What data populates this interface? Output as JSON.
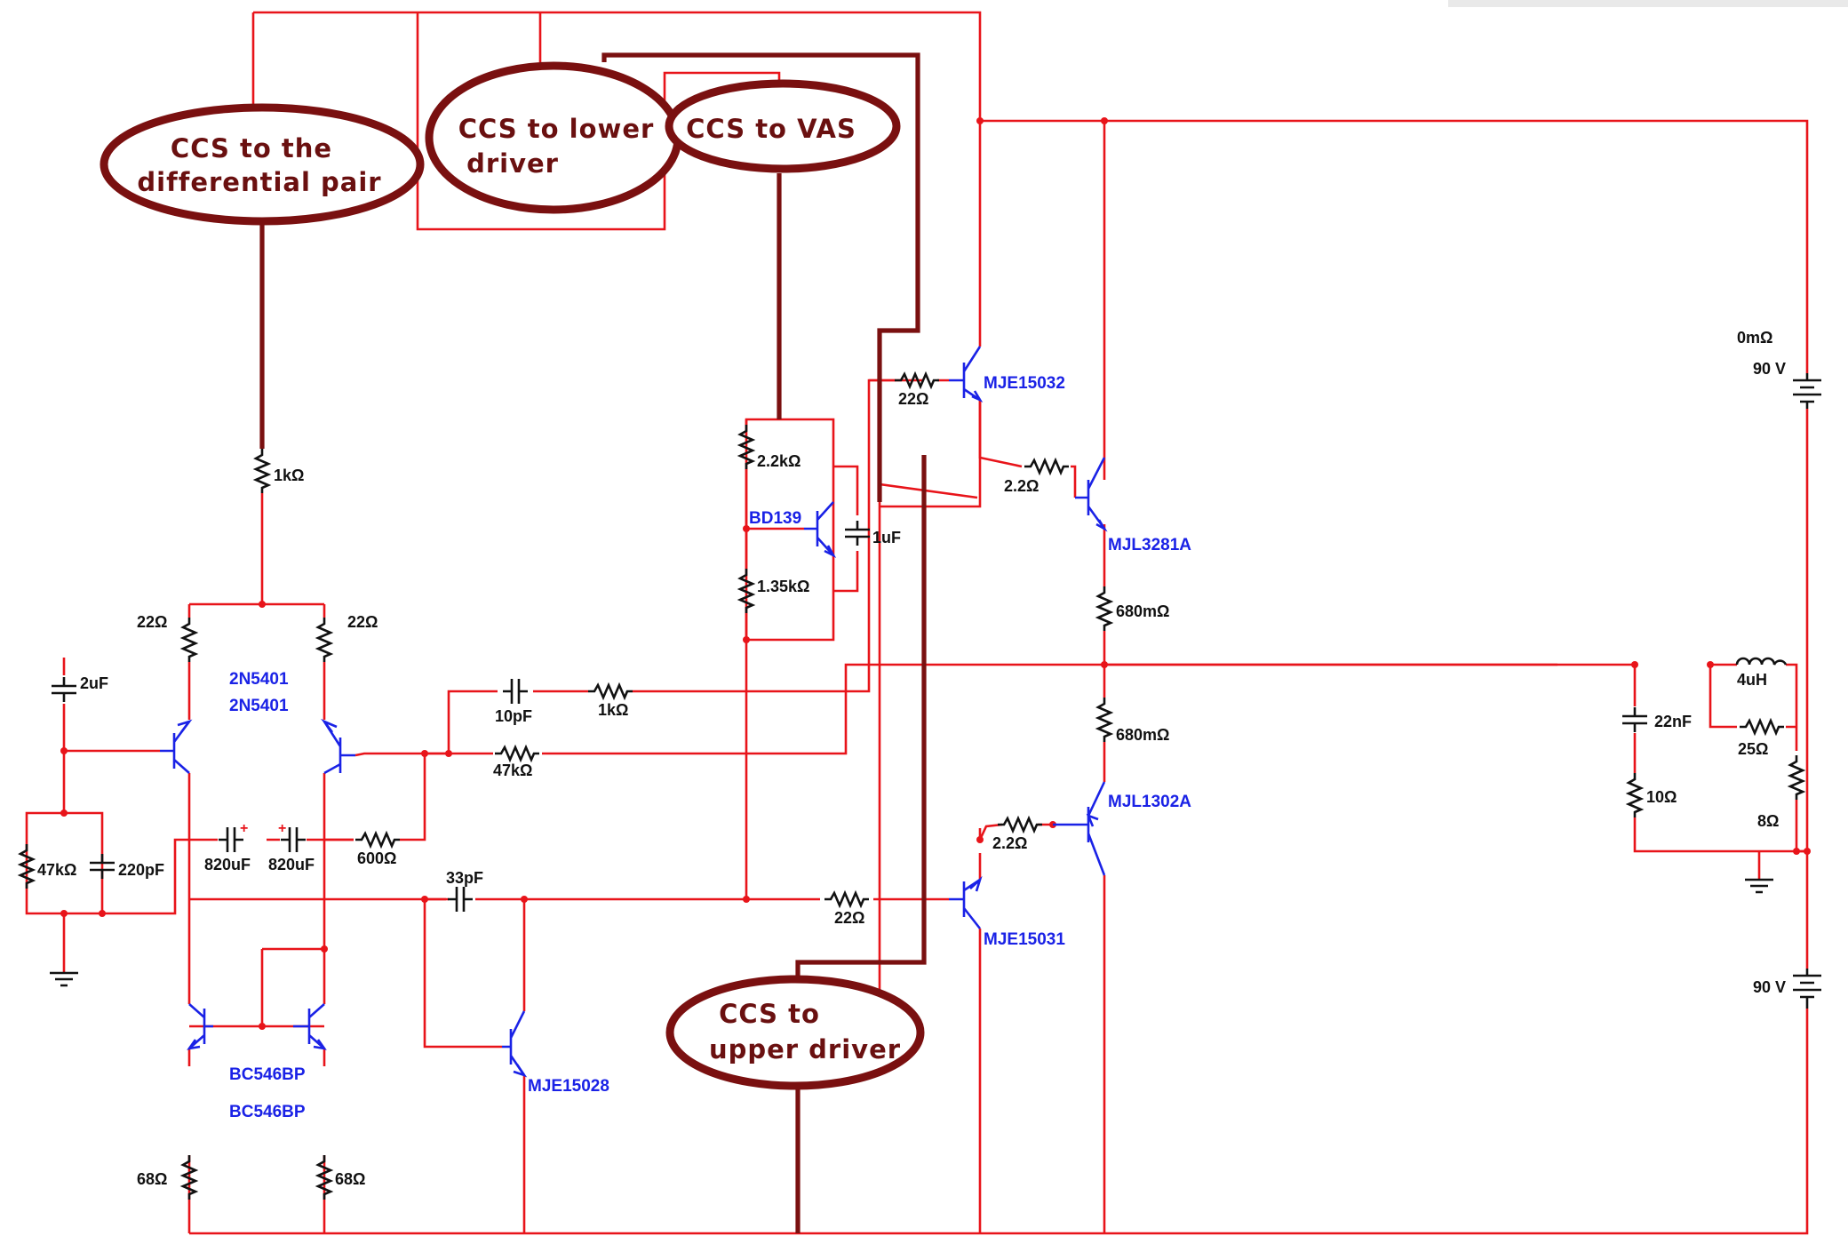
{
  "callouts": [
    {
      "id": "ccs-diff",
      "lines": [
        "CCS to the",
        "differential pair"
      ]
    },
    {
      "id": "ccs-lower",
      "lines": [
        "CCS to lower",
        "driver"
      ]
    },
    {
      "id": "ccs-vas",
      "lines": [
        "CCS to VAS"
      ]
    },
    {
      "id": "ccs-upper",
      "lines": [
        "CCS to",
        "upper driver"
      ]
    }
  ],
  "resistors": {
    "r_1k_tail": "1kΩ",
    "r_22_left": "22Ω",
    "r_22_right": "22Ω",
    "r_1k_fb": "1kΩ",
    "r_47k_fb": "47kΩ",
    "r_47k_in": "47kΩ",
    "r_600": "600Ω",
    "r_22_vas": "22Ω",
    "r_22_top": "22Ω",
    "r_2_2k": "2.2kΩ",
    "r_1_35k": "1.35kΩ",
    "r_2_2_top": "2.2Ω",
    "r_2_2_bot": "2.2Ω",
    "r_680m_top": "680mΩ",
    "r_680m_bot": "680mΩ",
    "r_68_left": "68Ω",
    "r_68_right": "68Ω",
    "r_10": "10Ω",
    "r_25": "25Ω",
    "r_8": "8Ω",
    "r_batt_partial": "0mΩ"
  },
  "capacitors": {
    "c_2u": "2uF",
    "c_10p": "10pF",
    "c_820u_a": "820uF",
    "c_820u_b": "820uF",
    "c_220p": "220pF",
    "c_33p": "33pF",
    "c_1u": "1uF",
    "c_22n": "22nF"
  },
  "inductors": {
    "l_4u": "4uH"
  },
  "transistors": {
    "q_diff_1": "2N5401",
    "q_diff_2": "2N5401",
    "q_mirror_1": "BC546BP",
    "q_mirror_2": "BC546BP",
    "q_vbe": "BD139",
    "q_vas": "MJE15028",
    "q_drv_top": "MJE15032",
    "q_drv_bot": "MJE15031",
    "q_out_top": "MJL3281A",
    "q_out_bot": "MJL1302A"
  },
  "supplies": {
    "v_pos": "90 V",
    "v_neg": "90 V"
  },
  "colors": {
    "wire": "#e8141a",
    "callout": "#7a1010",
    "component": "#1a22e6"
  }
}
